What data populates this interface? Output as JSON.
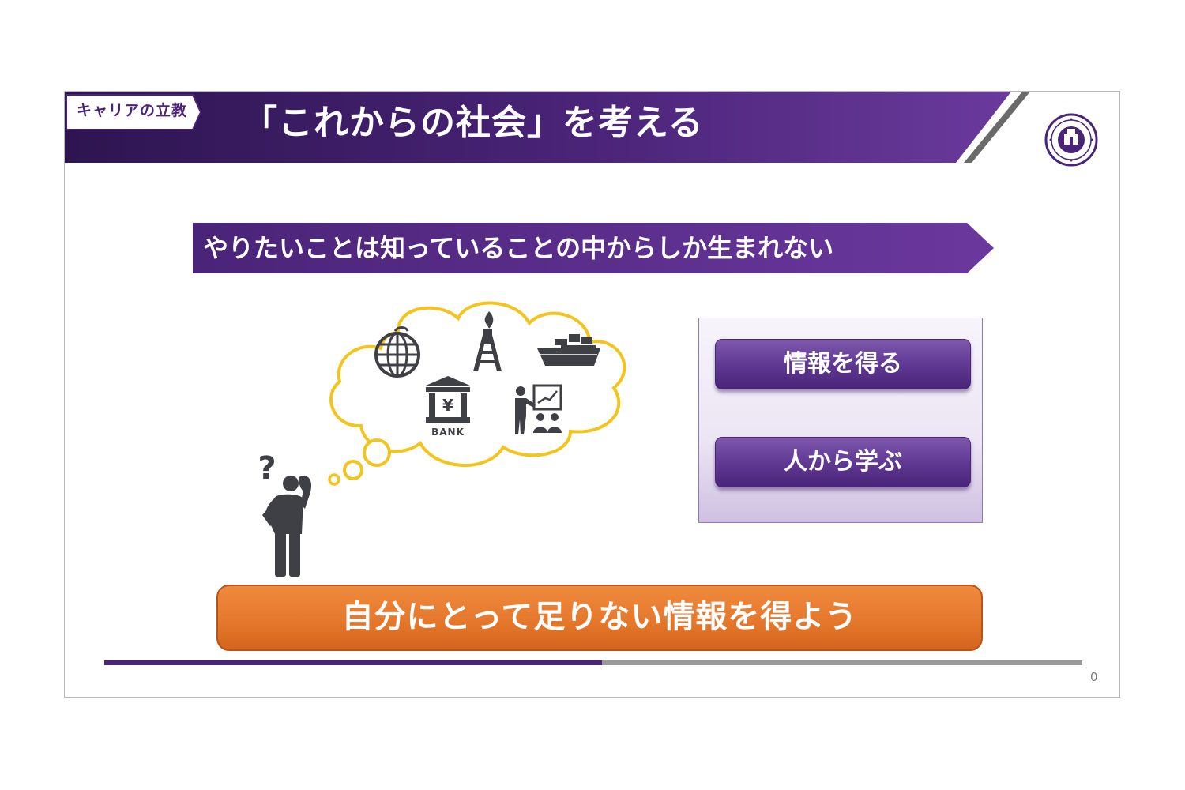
{
  "header": {
    "tag_label": "キャリアの立教",
    "title": "「これからの社会」を考える"
  },
  "banner": {
    "text": "やりたいことは知っていることの中からしか生まれない"
  },
  "thought_bubble": {
    "bank_label": "BANK",
    "yen_symbol": "¥",
    "icons": [
      "globe-icon",
      "oil-rig-icon",
      "cargo-ship-icon",
      "bank-icon",
      "presentation-icon"
    ]
  },
  "person": {
    "question_mark": "?"
  },
  "panel": {
    "button_1": "情報を得る",
    "button_2": "人から学ぶ"
  },
  "cta": {
    "text": "自分にとって足りない情報を得よう"
  },
  "footer": {
    "page_number": "0"
  },
  "colors": {
    "brand_purple": "#4a2478",
    "accent_orange": "#e4762a",
    "cloud_yellow": "#f2c41c",
    "icon_gray": "#3f3f46"
  }
}
